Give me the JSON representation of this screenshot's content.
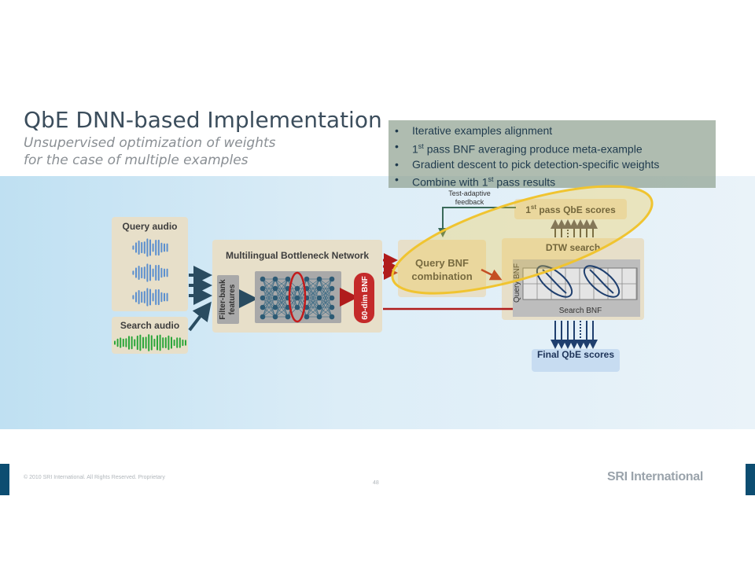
{
  "title": "QbE DNN-based Implementation",
  "subtitle": {
    "line1": "Unsupervised  optimization of weights",
    "line2": "for the case of multiple examples"
  },
  "bullets": [
    {
      "text": "Iterative examples alignment"
    },
    {
      "pre": "1",
      "sup": "st",
      "text": " pass BNF averaging produce meta-example"
    },
    {
      "text": "Gradient descent to pick detection-specific weights"
    },
    {
      "pre": "Combine  with 1",
      "sup": "st",
      "text": " pass results"
    }
  ],
  "diagram": {
    "query_audio": "Query audio",
    "search_audio": "Search audio",
    "bottleneck_title": "Multilingual Bottleneck Network",
    "filterbank_label": "Filter-bank features",
    "bnf_label": "60-dim BNF",
    "query_bnf_combination": "Query BNF combination",
    "test_adaptive_feedback": "Test-adaptive feedback",
    "first_pass": {
      "pre": "1",
      "sup": "st",
      "text": " pass QbE scores"
    },
    "dtw_search": "DTW search",
    "query_bnf_axis": "Query BNF",
    "search_bnf_axis": "Search BNF",
    "final_scores": "Final QbE scores"
  },
  "footer": {
    "copyright": "© 2010 SRI International. All Rights Reserved. Proprietary",
    "page_number": "48",
    "brand": "SRI International"
  },
  "colors": {
    "accent_red": "#b01c1c",
    "arrow_navy": "#2a4c60",
    "highlight_yellow": "#f3c737",
    "audio_blue": "#5b8fcf",
    "audio_green": "#2aa63a"
  }
}
